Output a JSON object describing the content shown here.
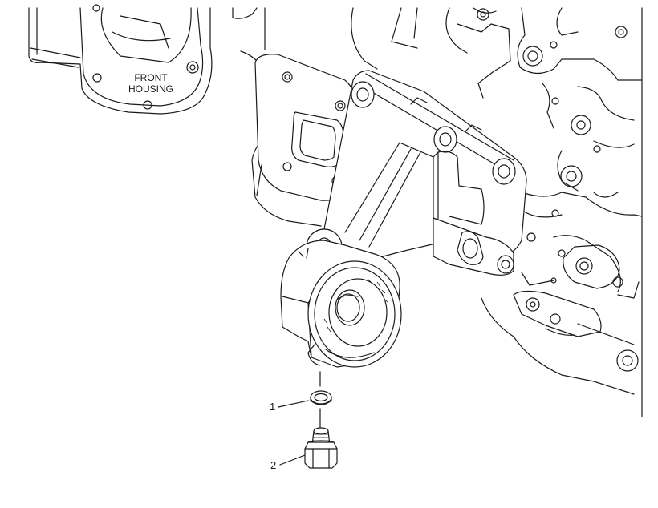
{
  "diagram": {
    "housing_label_line1": "FRONT",
    "housing_label_line2": "HOUSING",
    "callouts": [
      {
        "id": "1"
      },
      {
        "id": "2"
      }
    ]
  }
}
